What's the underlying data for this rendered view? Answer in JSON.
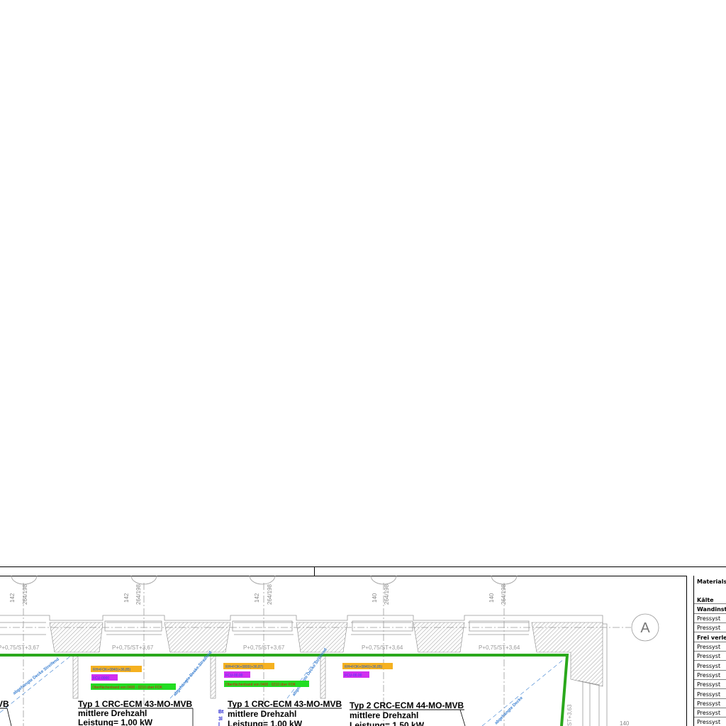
{
  "drawing": {
    "axis_label": "A",
    "windows": [
      {
        "width": "142",
        "size": "264/198",
        "level": "P+0,75/ST+3,67"
      },
      {
        "width": "142",
        "size": "264/198",
        "level": "P+0,75/ST+3,67"
      },
      {
        "width": "142",
        "size": "264/198",
        "level": "P+0,75/ST+3,67"
      },
      {
        "width": "140",
        "size": "264/198",
        "level": "P+0,75/ST+3,64"
      },
      {
        "width": "140",
        "size": "264/198",
        "level": "P+0,75/ST+3,64"
      }
    ],
    "side_level": "ST+3,63",
    "side_dim": "140",
    "ceiling_labels": [
      "abgehängte Decke Streifend",
      "abgehängte Decke Streifend",
      "abgehängte Decke Streifend",
      "abgehängte Decke"
    ],
    "annotations": [
      {
        "rh": "RH=FOK+0840(+36,85)",
        "tag": "FCU-0000",
        "surface": "Oberflächenband von 0400 - 0210 über FOK"
      },
      {
        "rh": "RH=FOK+0800(+36,87)",
        "tag": "FCU-00.00",
        "surface": "Oberflächenband von 0400 - 0210 über FOK"
      },
      {
        "rh": "RH=FOK+0840(+36,85)",
        "tag": "FCU-00.00"
      }
    ],
    "units": [
      {
        "type": "Typ 1  CRC-ECM 43-MO-MVB",
        "speed": "mittlere Drehzahl",
        "power": "Leistung= 1,00 kW"
      },
      {
        "type": "Typ 1  CRC-ECM 43-MO-MVB",
        "speed": "mittlere Drehzahl",
        "power": "Leistung= 1,00 kW"
      },
      {
        "type": "Typ 2  CRC-ECM 44-MO-MVB",
        "speed": "mittlere Drehzahl",
        "power": "Leistung= 1,50 kW"
      }
    ],
    "left_unit_fragment": "VB",
    "blue_marks": [
      "Bt",
      "3l",
      "l"
    ]
  },
  "legend_table": {
    "title": "Materials",
    "rows": [
      "Kälte",
      "Wandinst",
      "Pressyst",
      "Pressyst",
      "Frei verle",
      "Pressyst",
      "Pressyst",
      "Pressyst",
      "Pressyst",
      "Pressyst",
      "Pressyst",
      "Pressyst",
      "Pressyst",
      "Pressyst"
    ]
  },
  "colors": {
    "green": "#2aa81c",
    "orange": "#f5b120",
    "magenta": "#d030f0",
    "label_green": "#22dd22",
    "blue": "#3a7fd0"
  }
}
